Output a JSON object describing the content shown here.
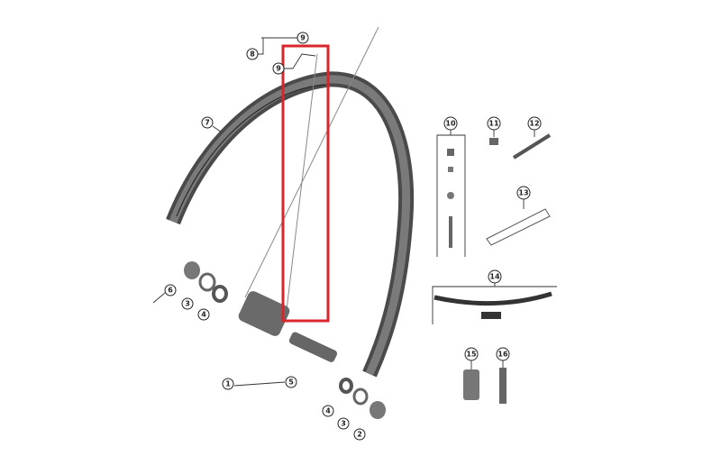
{
  "diagram": {
    "highlight_color": "#d9262c",
    "part_color": "#5a5a5a",
    "callouts": [
      {
        "id": "9",
        "part": "spoke"
      },
      {
        "id": "8",
        "part": "spoke-set"
      },
      {
        "id": "9",
        "part": "spoke"
      },
      {
        "id": "7",
        "part": "rim"
      },
      {
        "id": "10",
        "part": "valve-parts"
      },
      {
        "id": "11",
        "part": "nipple"
      },
      {
        "id": "12",
        "part": "spoke-wrench"
      },
      {
        "id": "13",
        "part": "rim-tape"
      },
      {
        "id": "14",
        "part": "rim-decal"
      },
      {
        "id": "15",
        "part": "sealant-bottle"
      },
      {
        "id": "16",
        "part": "valve-extender"
      },
      {
        "id": "6",
        "part": "end-cap"
      },
      {
        "id": "3",
        "part": "washer"
      },
      {
        "id": "4",
        "part": "lock-nut"
      },
      {
        "id": "1",
        "part": "hub-assembly"
      },
      {
        "id": "5",
        "part": "hub-axle"
      },
      {
        "id": "4",
        "part": "lock-nut"
      },
      {
        "id": "3",
        "part": "washer"
      },
      {
        "id": "2",
        "part": "end-cap"
      }
    ]
  }
}
